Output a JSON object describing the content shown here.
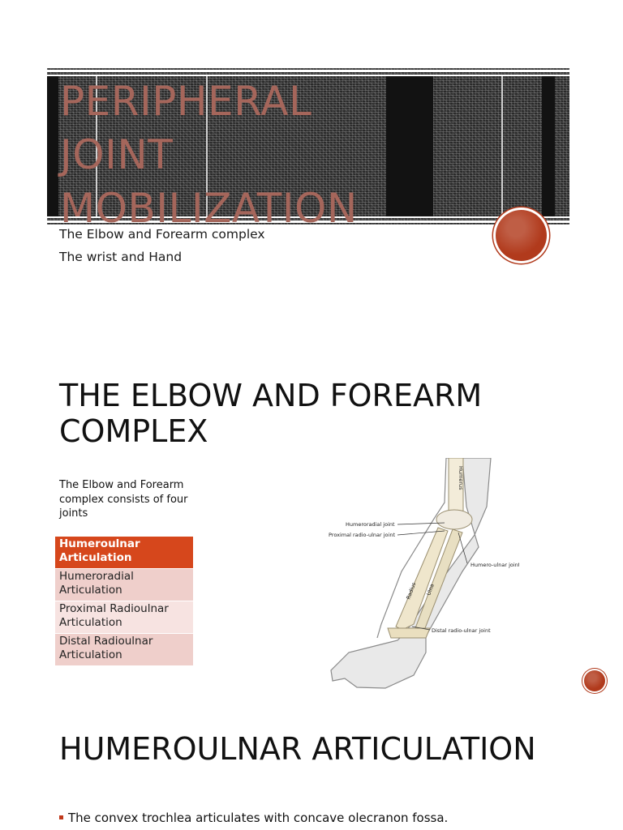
{
  "slide1": {
    "title": "Peripheral\nJoint\nMobilization",
    "subtitles": [
      "The Elbow and Forearm complex",
      "The wrist and Hand"
    ]
  },
  "slide2": {
    "title": "The Elbow and Forearm Complex",
    "intro": "The Elbow and Forearm complex consists of four joints",
    "joints": [
      {
        "label": "Humeroulnar Articulation",
        "active": true
      },
      {
        "label": "Humeroradial Articulation",
        "active": false
      },
      {
        "label": "Proximal Radioulnar Articulation",
        "active": false
      },
      {
        "label": "Distal Radioulnar Articulation",
        "active": false
      }
    ],
    "figure": {
      "labels": {
        "humerus": "Humerus",
        "humeroradial": "Humeroradial joint",
        "proximal_ru": "Proximal radio-ulnar joint",
        "humero_ulnar": "Humero-ulnar joint",
        "radius": "Radius",
        "ulna": "Ulna",
        "distal_ru": "Distal radio-ulnar joint"
      }
    }
  },
  "slide3": {
    "title": "Humeroulnar Articulation",
    "bullet": "The convex trochlea articulates with concave olecranon fossa."
  },
  "colors": {
    "accent": "#b13a1c",
    "title_text": "#a5665b",
    "active_item": "#d6471c",
    "item_shade": "#efcfcb"
  }
}
